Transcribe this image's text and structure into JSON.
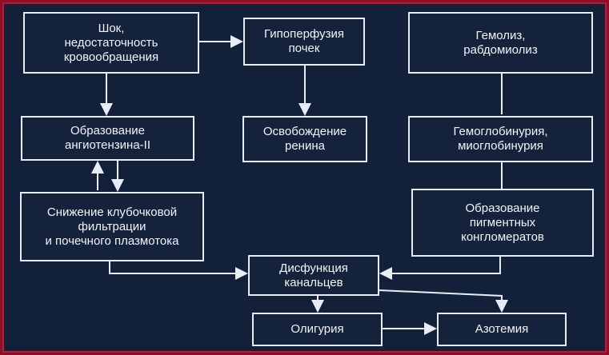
{
  "nodes": {
    "shock": "Шок,\nнедостаточность\nкровообращения",
    "hypoperfusion": "Гипоперфузия\nпочек",
    "hemolysis": "Гемолиз,\nрабдомиолиз",
    "angiotensin": "Образование\nангиотензина-II",
    "renin": "Освобождение\nренина",
    "hemoglobinuria": "Гемоглобинурия,\nмиоглобинурия",
    "filtration": "Снижение клубочковой\nфильтрации\nи почечного плазмотока",
    "pigment": "Образование\nпигментных\nконгломератов",
    "dysfunction": "Дисфункция\nканальцев",
    "oliguria": "Олигурия",
    "azotemia": "Азотемия"
  }
}
